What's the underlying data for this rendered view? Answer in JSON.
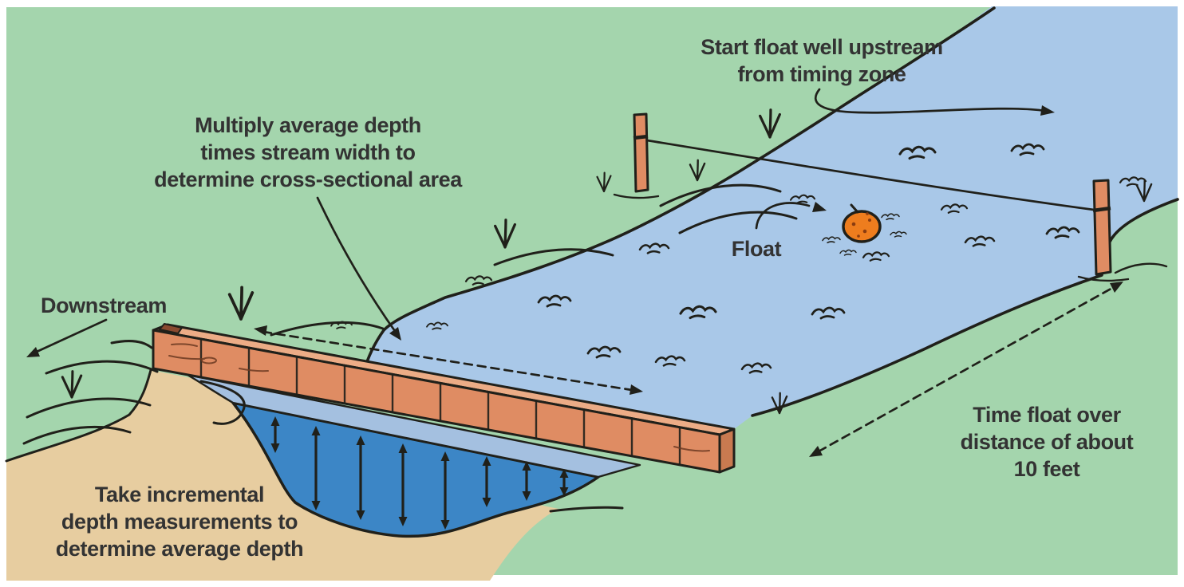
{
  "labels": {
    "start_float": {
      "line1": "Start float well upstream",
      "line2": "from timing zone"
    },
    "multiply": {
      "line1": "Multiply average depth",
      "line2": "times stream width to",
      "line3": "determine cross-sectional area"
    },
    "downstream": {
      "text": "Downstream"
    },
    "float_label": {
      "text": "Float"
    },
    "time_float": {
      "line1": "Time float over",
      "line2": "distance of about",
      "line3": "10 feet"
    },
    "take_incremental": {
      "line1": "Take incremental",
      "line2": "depth measurements to",
      "line3": "determine average depth"
    }
  },
  "colors": {
    "grass_green": "#a4d5ad",
    "water_blue": "#a9c8e8",
    "cross_blue": "#3c86c6",
    "band_blue": "#a4c0e0",
    "sand_tan": "#e7cda0",
    "wood": "#df8c63",
    "wood_top": "#ecac86",
    "wood_end": "#c97a50",
    "float_orange": "#ee7d1e",
    "ink": "#20201a",
    "text": "#333333"
  }
}
